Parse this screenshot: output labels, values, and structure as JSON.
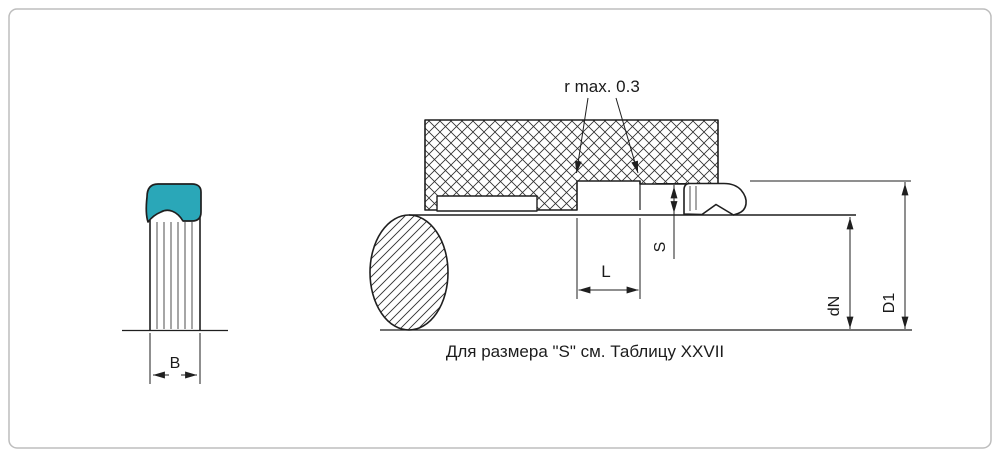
{
  "drawing": {
    "caption": "Для размера \"S\" см. Таблицу XXVII",
    "labels": {
      "corner_radius": "r  max. 0.3",
      "groove_length": "L",
      "gap_size": "S",
      "shaft_diameter": "dN",
      "groove_diameter": "D1",
      "profile_width": "B"
    },
    "colors": {
      "seal_accent": "#2AA7B8",
      "line": "#1F1F1F",
      "frame": "#BDBDBD",
      "background": "#FFFFFF"
    }
  }
}
